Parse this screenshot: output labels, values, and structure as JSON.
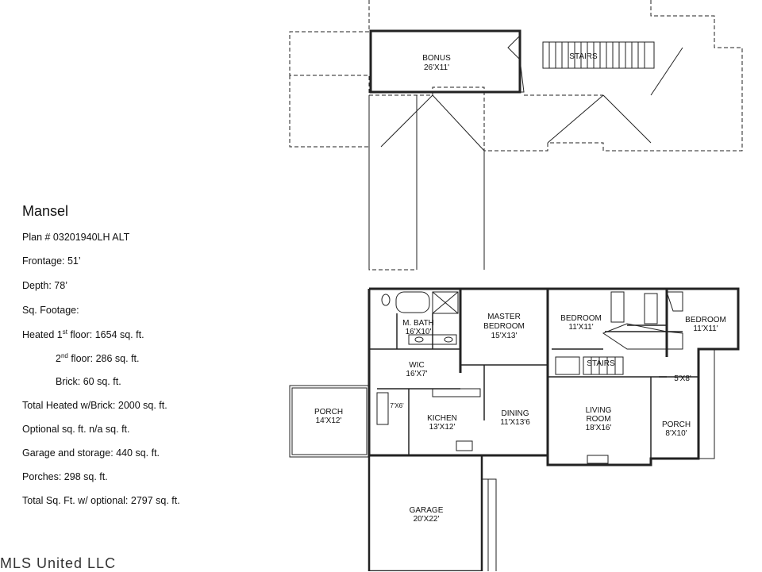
{
  "specs": {
    "title": "Mansel",
    "plan": "Plan # 03201940LH ALT",
    "frontage": "Frontage: 51’",
    "depth": "Depth:  78’",
    "sqft": "Sq. Footage:",
    "heated1_pre": "Heated 1",
    "heated1_sup": "st",
    "heated1_post": " floor: 1654 sq. ft.",
    "floor2_pre": "2",
    "floor2_sup": "nd",
    "floor2_post": " floor:   286 sq. ft.",
    "brick": "Brick:      60 sq. ft.",
    "total_heated": "Total Heated w/Brick: 2000 sq. ft.",
    "optional": "Optional sq. ft.   n/a      sq. ft.",
    "garage": "Garage and storage:      440 sq. ft.",
    "porches": "Porches:                   298 sq. ft.",
    "total": "Total Sq. Ft.  w/ optional: 2797 sq. ft."
  },
  "rooms": {
    "bonus": [
      "BONUS",
      "26'X11'"
    ],
    "stairs_up": "STAIRS",
    "m_bath": [
      "M. BATH",
      "16'X10'"
    ],
    "master": [
      "MASTER",
      "BEDROOM",
      "15'X13'"
    ],
    "bed1": [
      "BEDROOM",
      "11'X11'"
    ],
    "bed2": [
      "BEDROOM",
      "11'X11'"
    ],
    "wic": [
      "WIC",
      "16'X7'"
    ],
    "stairs_down": "STAIRS",
    "porch_side": [
      "PORCH",
      "14'X12'"
    ],
    "utility": "7'X6'",
    "kitchen": [
      "KICHEN",
      "13'X12'"
    ],
    "dining": [
      "DINING",
      "11'X13'6"
    ],
    "living": [
      "LIVING",
      "ROOM",
      "18'X16'"
    ],
    "porch_front": [
      "PORCH",
      "8'X10'"
    ],
    "entry": "5'X8'",
    "garage": [
      "GARAGE",
      "20'X22'"
    ]
  },
  "watermark": "MLS United LLC"
}
